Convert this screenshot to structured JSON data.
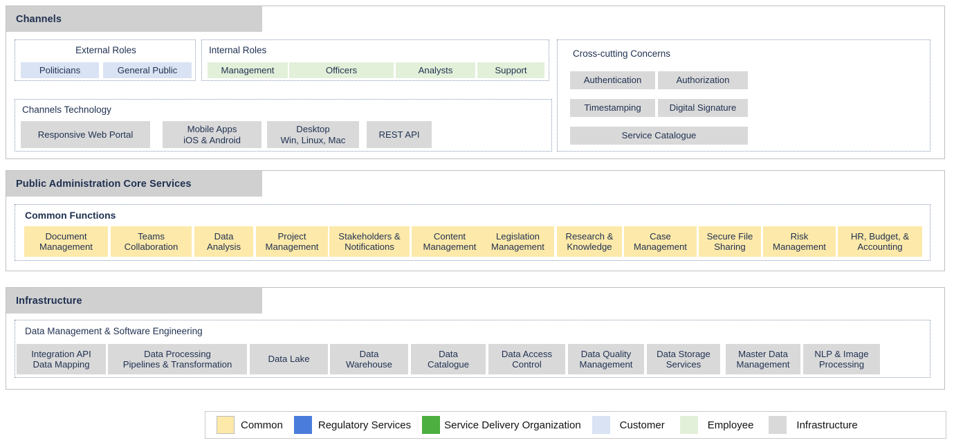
{
  "legend": {
    "items": [
      {
        "label": "Common",
        "color": "#fde9a9"
      },
      {
        "label": "Regulatory Services",
        "color": "#4a7ddb"
      },
      {
        "label": "Service Delivery Organization",
        "color": "#4caf3f"
      },
      {
        "label": "Customer",
        "color": "#dae3f3"
      },
      {
        "label": "Employee",
        "color": "#e2f0d9"
      },
      {
        "label": "Infrastructure",
        "color": "#d9d9d9"
      }
    ]
  },
  "layers": {
    "channels": {
      "title": "Channels",
      "groups": {
        "external_roles": {
          "title": "External Roles",
          "cells": [
            {
              "label": "Politicians"
            },
            {
              "label": "General Public"
            }
          ]
        },
        "internal_roles": {
          "title": "Internal Roles",
          "cells": [
            {
              "label": "Management"
            },
            {
              "label": "Officers"
            },
            {
              "label": "Analysts"
            },
            {
              "label": "Support"
            }
          ]
        },
        "channels_technology": {
          "title": "Channels Technology",
          "cells": [
            {
              "label": "Responsive Web Portal"
            },
            {
              "label": "Mobile Apps\niOS & Android"
            },
            {
              "label": "Desktop\nWin, Linux, Mac"
            },
            {
              "label": "REST API"
            }
          ]
        },
        "cross_cutting": {
          "title": "Cross-cutting Concerns",
          "cells": [
            {
              "label": "Authentication"
            },
            {
              "label": "Authorization"
            },
            {
              "label": "Timestamping"
            },
            {
              "label": "Digital Signature"
            },
            {
              "label": "Service Catalogue"
            }
          ]
        }
      }
    },
    "core_services": {
      "title": "Public Administration Core Services",
      "groups": {
        "common_functions": {
          "title": "Common Functions",
          "cells": [
            {
              "label": "Document\nManagement"
            },
            {
              "label": "Teams\nCollaboration"
            },
            {
              "label": "Data\nAnalysis"
            },
            {
              "label": "Project\nManagement"
            },
            {
              "label": "Stakeholders &\nNotifications"
            },
            {
              "label": "Content\nManagement"
            },
            {
              "label": "Legislation\nManagement"
            },
            {
              "label": "Research &\nKnowledge"
            },
            {
              "label": "Case\nManagement"
            },
            {
              "label": "Secure File\nSharing"
            },
            {
              "label": "Risk\nManagement"
            },
            {
              "label": "HR, Budget, &\nAccounting"
            }
          ]
        }
      }
    },
    "infrastructure": {
      "title": "Infrastructure",
      "groups": {
        "data_management": {
          "title": "Data Management & Software Engineering",
          "cells": [
            {
              "label": "Integration API\nData Mapping"
            },
            {
              "label": "Data Processing\nPipelines & Transformation"
            },
            {
              "label": "Data Lake"
            },
            {
              "label": "Data\nWarehouse"
            },
            {
              "label": "Data\nCatalogue"
            },
            {
              "label": "Data Access\nControl"
            },
            {
              "label": "Data Quality\nManagement"
            },
            {
              "label": "Data Storage\nServices"
            },
            {
              "label": "Master Data\nManagement"
            },
            {
              "label": "NLP & Image\nProcessing"
            }
          ]
        }
      }
    }
  }
}
